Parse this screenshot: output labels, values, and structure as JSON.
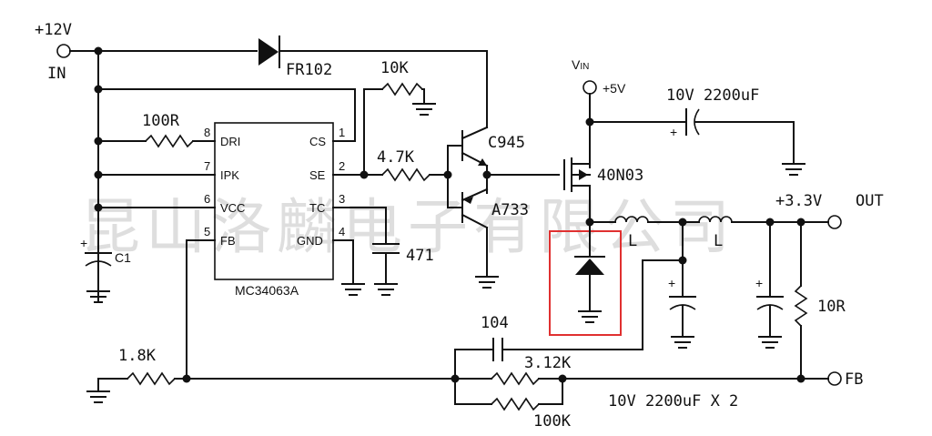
{
  "watermark": "昆山洛麟电子有限公司",
  "colors": {
    "wire": "#111111",
    "highlight": "#e03030",
    "watermark": "#c4c4c4"
  },
  "terminals": {
    "input_voltage": "+12V",
    "input_label": "IN",
    "vin_main": "V",
    "vin_sub": "IN",
    "vin_voltage": "+5V",
    "output_voltage": "+3.3V",
    "output_label": "OUT",
    "feedback_label": "FB"
  },
  "ic": {
    "part": "MC34063A",
    "pins": [
      {
        "num": "8",
        "name": "DRI"
      },
      {
        "num": "7",
        "name": "IPK"
      },
      {
        "num": "6",
        "name": "VCC"
      },
      {
        "num": "5",
        "name": "FB"
      },
      {
        "num": "1",
        "name": "CS"
      },
      {
        "num": "2",
        "name": "SE"
      },
      {
        "num": "3",
        "name": "TC"
      },
      {
        "num": "4",
        "name": "GND"
      }
    ]
  },
  "components": {
    "diode_input": "FR102",
    "r_10k": "10K",
    "r_100r": "100R",
    "r_4k7": "4.7K",
    "q_npn": "C945",
    "q_pnp": "A733",
    "mosfet": "40N03",
    "cap_input": "10V 2200uF",
    "cap_timing": "471",
    "cap_c1": "C1",
    "inductor1": "L",
    "inductor2": "L",
    "r_load": "10R",
    "r_1k8": "1.8K",
    "cap_104": "104",
    "r_3k12": "3.12K",
    "r_100k": "100K",
    "cap_output": "10V 2200uF X 2",
    "plus_sign": "+"
  }
}
